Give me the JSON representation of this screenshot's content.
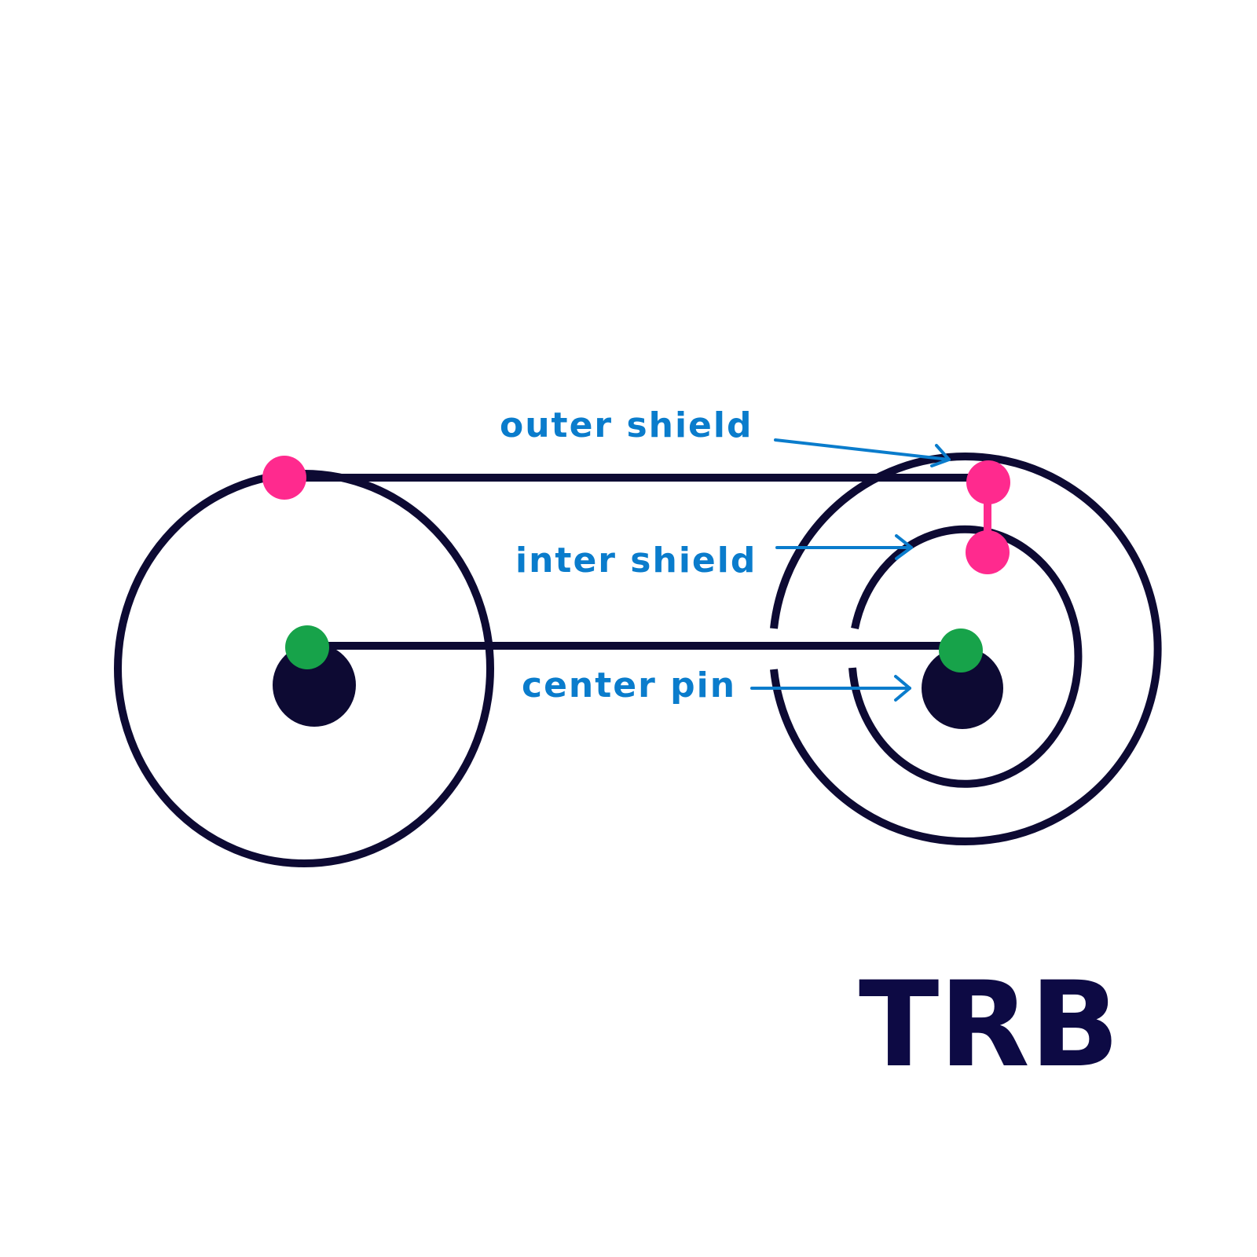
{
  "labels": {
    "outer_shield": "outer shield",
    "inter_shield": "inter shield",
    "center_pin": "center pin"
  },
  "brand": "TRB",
  "colors": {
    "conductor": "#0d0a33",
    "shield_contact": "#ff2a8e",
    "pin_contact": "#17a34a",
    "label": "#0a7ccc",
    "brand": "#0d0a44",
    "background": "#ffffff"
  }
}
